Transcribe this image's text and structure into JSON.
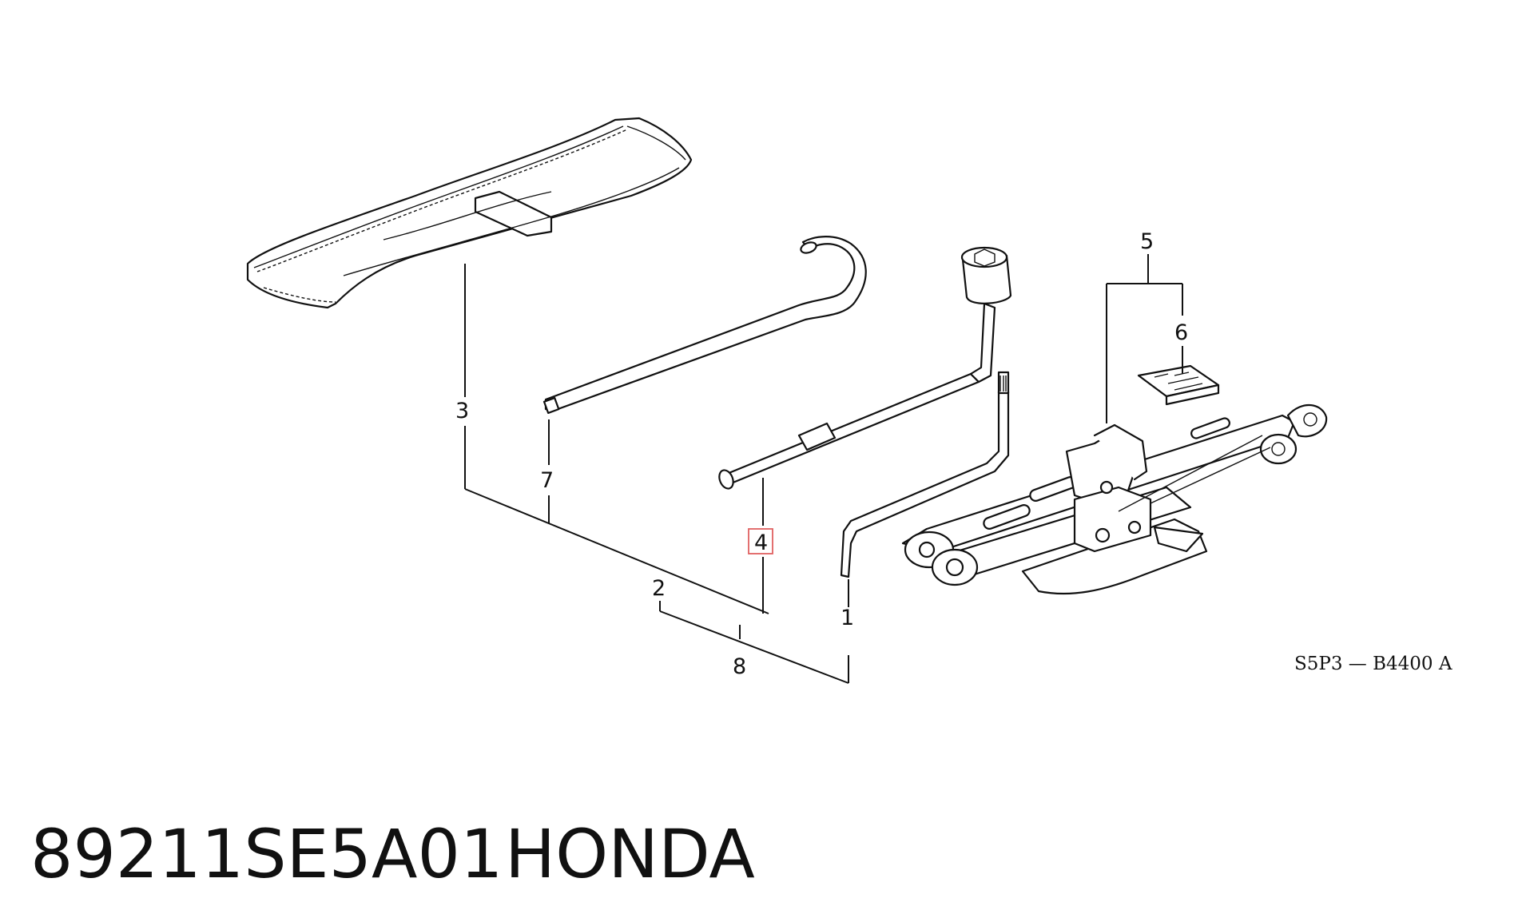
{
  "callouts": {
    "c1": "1",
    "c2": "2",
    "c3": "3",
    "c4": "4",
    "c5": "5",
    "c6": "6",
    "c7": "7",
    "c8": "8"
  },
  "diagram_code": "S5P3 — B4400 A",
  "caption": {
    "part_number": "89211SE5A01",
    "brand": "HONDA"
  },
  "highlight_color": "#e06060"
}
